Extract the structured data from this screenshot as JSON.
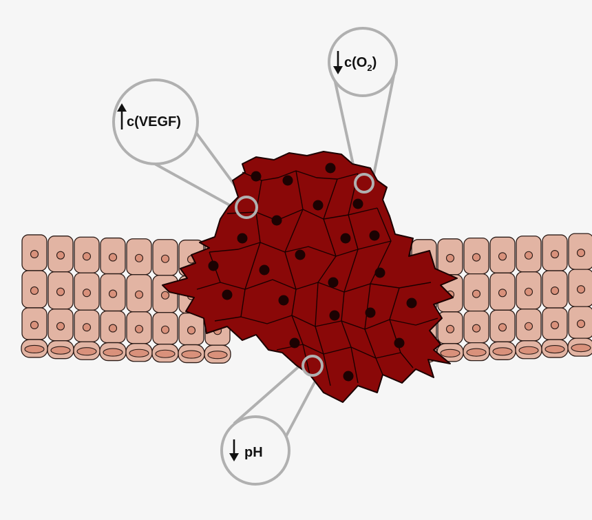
{
  "colors": {
    "background": "#f6f6f6",
    "normal_cell_fill": "#e2b4a3",
    "normal_cell_stroke": "#2a1a16",
    "normal_nucleus": "#d9917b",
    "tumor_fill": "#8a0808",
    "tumor_stroke": "#1a0000",
    "tumor_nucleus": "#1c0202",
    "callout_stroke": "#b0b0b0",
    "callout_fill": "#f6f6f6"
  },
  "callouts": {
    "vegf": {
      "arrow": "up-arrow-icon",
      "label": "c(VEGF)"
    },
    "oxygen": {
      "arrow": "down-arrow-icon",
      "label_prefix": "c(O",
      "label_subscript": "2",
      "label_suffix": ")"
    },
    "ph": {
      "arrow": "down-arrow-icon",
      "label": "pH"
    }
  }
}
